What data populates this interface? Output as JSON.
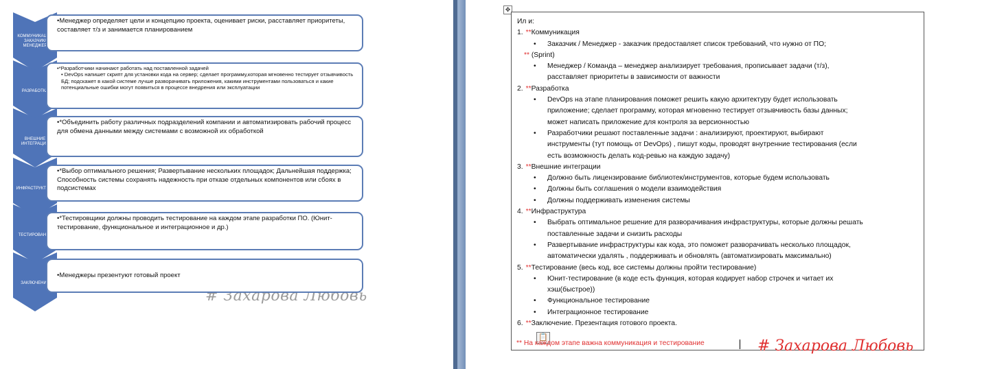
{
  "slide": {
    "steps": [
      {
        "label": "КОММУНИКАЦИЯ ЗАКАЗЧИК/ МЕНЕДЖЕР",
        "text": [
          "•Менеджер определяет цели и концепцию проекта, оценивает риски, расставляет приоритеты, составляет т/з и занимается планированием"
        ]
      },
      {
        "label": "РАЗРАБОТКА",
        "text": [
          "•*Разработчики начинают работать над поставленной задачей",
          "•   DevOps напишет скрипт для установки кода на сервер; сделает программу,которая мгновенно тестирует отзывчивость БД; подскажет в какой системе лучше разворачивать приложения, какими инструментами пользоваться и  какие потенциальные ошибки могут появиться в процессе внедрения или эксплуатации"
        ]
      },
      {
        "label": "ВНЕШНИЕ ИНТЕГРАЦИИ",
        "text": [
          "•*Объединить работу различных подразделений компании и автоматизировать рабочий процесс  для обмена данными между системами с возможной их обработкой"
        ]
      },
      {
        "label": "ИНФРАСТРУКТУРА",
        "text": [
          "•*Выбор оптимального решения; Развертывание нескольких площадок; Дальнейшая поддержка; Способность  системы сохранять надежность при отказе отдельных компонентов или сбоях в подсистемах"
        ]
      },
      {
        "label": "ТЕСТИРОВАНИЕ",
        "text": [
          "•*Тестировщики должны проводить тестирование на каждом этапе разработки ПО. (Юнит-тестирование, функциональное и интеграционное и др.)"
        ]
      },
      {
        "label": "ЗАКЛЮЧЕНИЕ",
        "text": [
          "•Менеджеры презентуют готовый проект"
        ]
      }
    ],
    "signature": "#  Захарова  Любовь"
  },
  "document": {
    "move_handle": "✥",
    "lines": [
      {
        "type": "plain",
        "text": "Ил и:"
      },
      {
        "type": "num",
        "num": "1.",
        "star": "**",
        "text": "Коммуникация"
      },
      {
        "type": "bul",
        "text": "Заказчик / Менеджер - заказчик предоставляет список требований, что нужно от ПО;"
      },
      {
        "type": "sprint",
        "star": "**",
        "text": " (Sprint)"
      },
      {
        "type": "bul",
        "text": "Менеджер / Команда – менеджер анализирует требования, прописывает задачи (т/з),"
      },
      {
        "type": "cont",
        "text": "расставляет приоритеты в зависимости от важности"
      },
      {
        "type": "num",
        "num": "2.",
        "star": "**",
        "text": "Разработка"
      },
      {
        "type": "bul",
        "text": "DevOps на этапе планирования  поможет решить какую архитектуру будет использовать"
      },
      {
        "type": "cont",
        "text": "приложение; сделает программу, которая мгновенно тестирует отзывчивость базы данных;"
      },
      {
        "type": "cont",
        "text": "может написать приложение для контроля за версионностью"
      },
      {
        "type": "bul",
        "text": "Разработчики решают поставленные  задачи : анализируют, проектируют,  выбирают"
      },
      {
        "type": "cont",
        "text": "инструменты (тут помощь от DevOps) , пишут коды, проводят внутренние тестирования (если"
      },
      {
        "type": "cont",
        "text": "есть возможность делать  код-ревью на каждую задачу)"
      },
      {
        "type": "num",
        "num": "3.",
        "star": "**",
        "text": "Внешние интеграции"
      },
      {
        "type": "bul",
        "text": "Должно быть лицензирование библиотек/инструментов, которые будем использовать"
      },
      {
        "type": "bul",
        "text": "Должны быть соглашения о модели взаимодействия"
      },
      {
        "type": "bul",
        "text": "Должны поддерживать изменения системы"
      },
      {
        "type": "num",
        "num": "4.",
        "star": "**",
        "text": "Инфраструктура"
      },
      {
        "type": "bul",
        "text": "Выбрать оптимальное решение для разворачивания  инфраструктуры, которые  должны решать"
      },
      {
        "type": "cont",
        "text": "поставленные задачи и снизить расходы"
      },
      {
        "type": "bul",
        "text": "Развертывание инфраструктуры как кода, это поможет разворачивать несколько площадок,"
      },
      {
        "type": "cont",
        "text": "автоматически удалять , поддерживать и обновлять (автоматизировать максимально)"
      },
      {
        "type": "num",
        "num": "5.",
        "star": "**",
        "text": "Тестирование (весь код, все системы должны пройти тестирование)"
      },
      {
        "type": "bul",
        "text": "Юнит-тестирование (в коде есть функция, которая кодирует набор строчек и читает их"
      },
      {
        "type": "cont",
        "text": "хэш(быстрое))"
      },
      {
        "type": "bul",
        "text": "Функциональное тестирование"
      },
      {
        "type": "bul",
        "text": "Интеграционное тестирование"
      },
      {
        "type": "num",
        "num": "6.",
        "star": "**",
        "text": "Заключение. Презентация готового проекта."
      }
    ],
    "paste_icon": "📋",
    "footnote": "** На каждом этапе важна коммуникация и тестирование",
    "signature": "#  Захарова  Любовь"
  }
}
